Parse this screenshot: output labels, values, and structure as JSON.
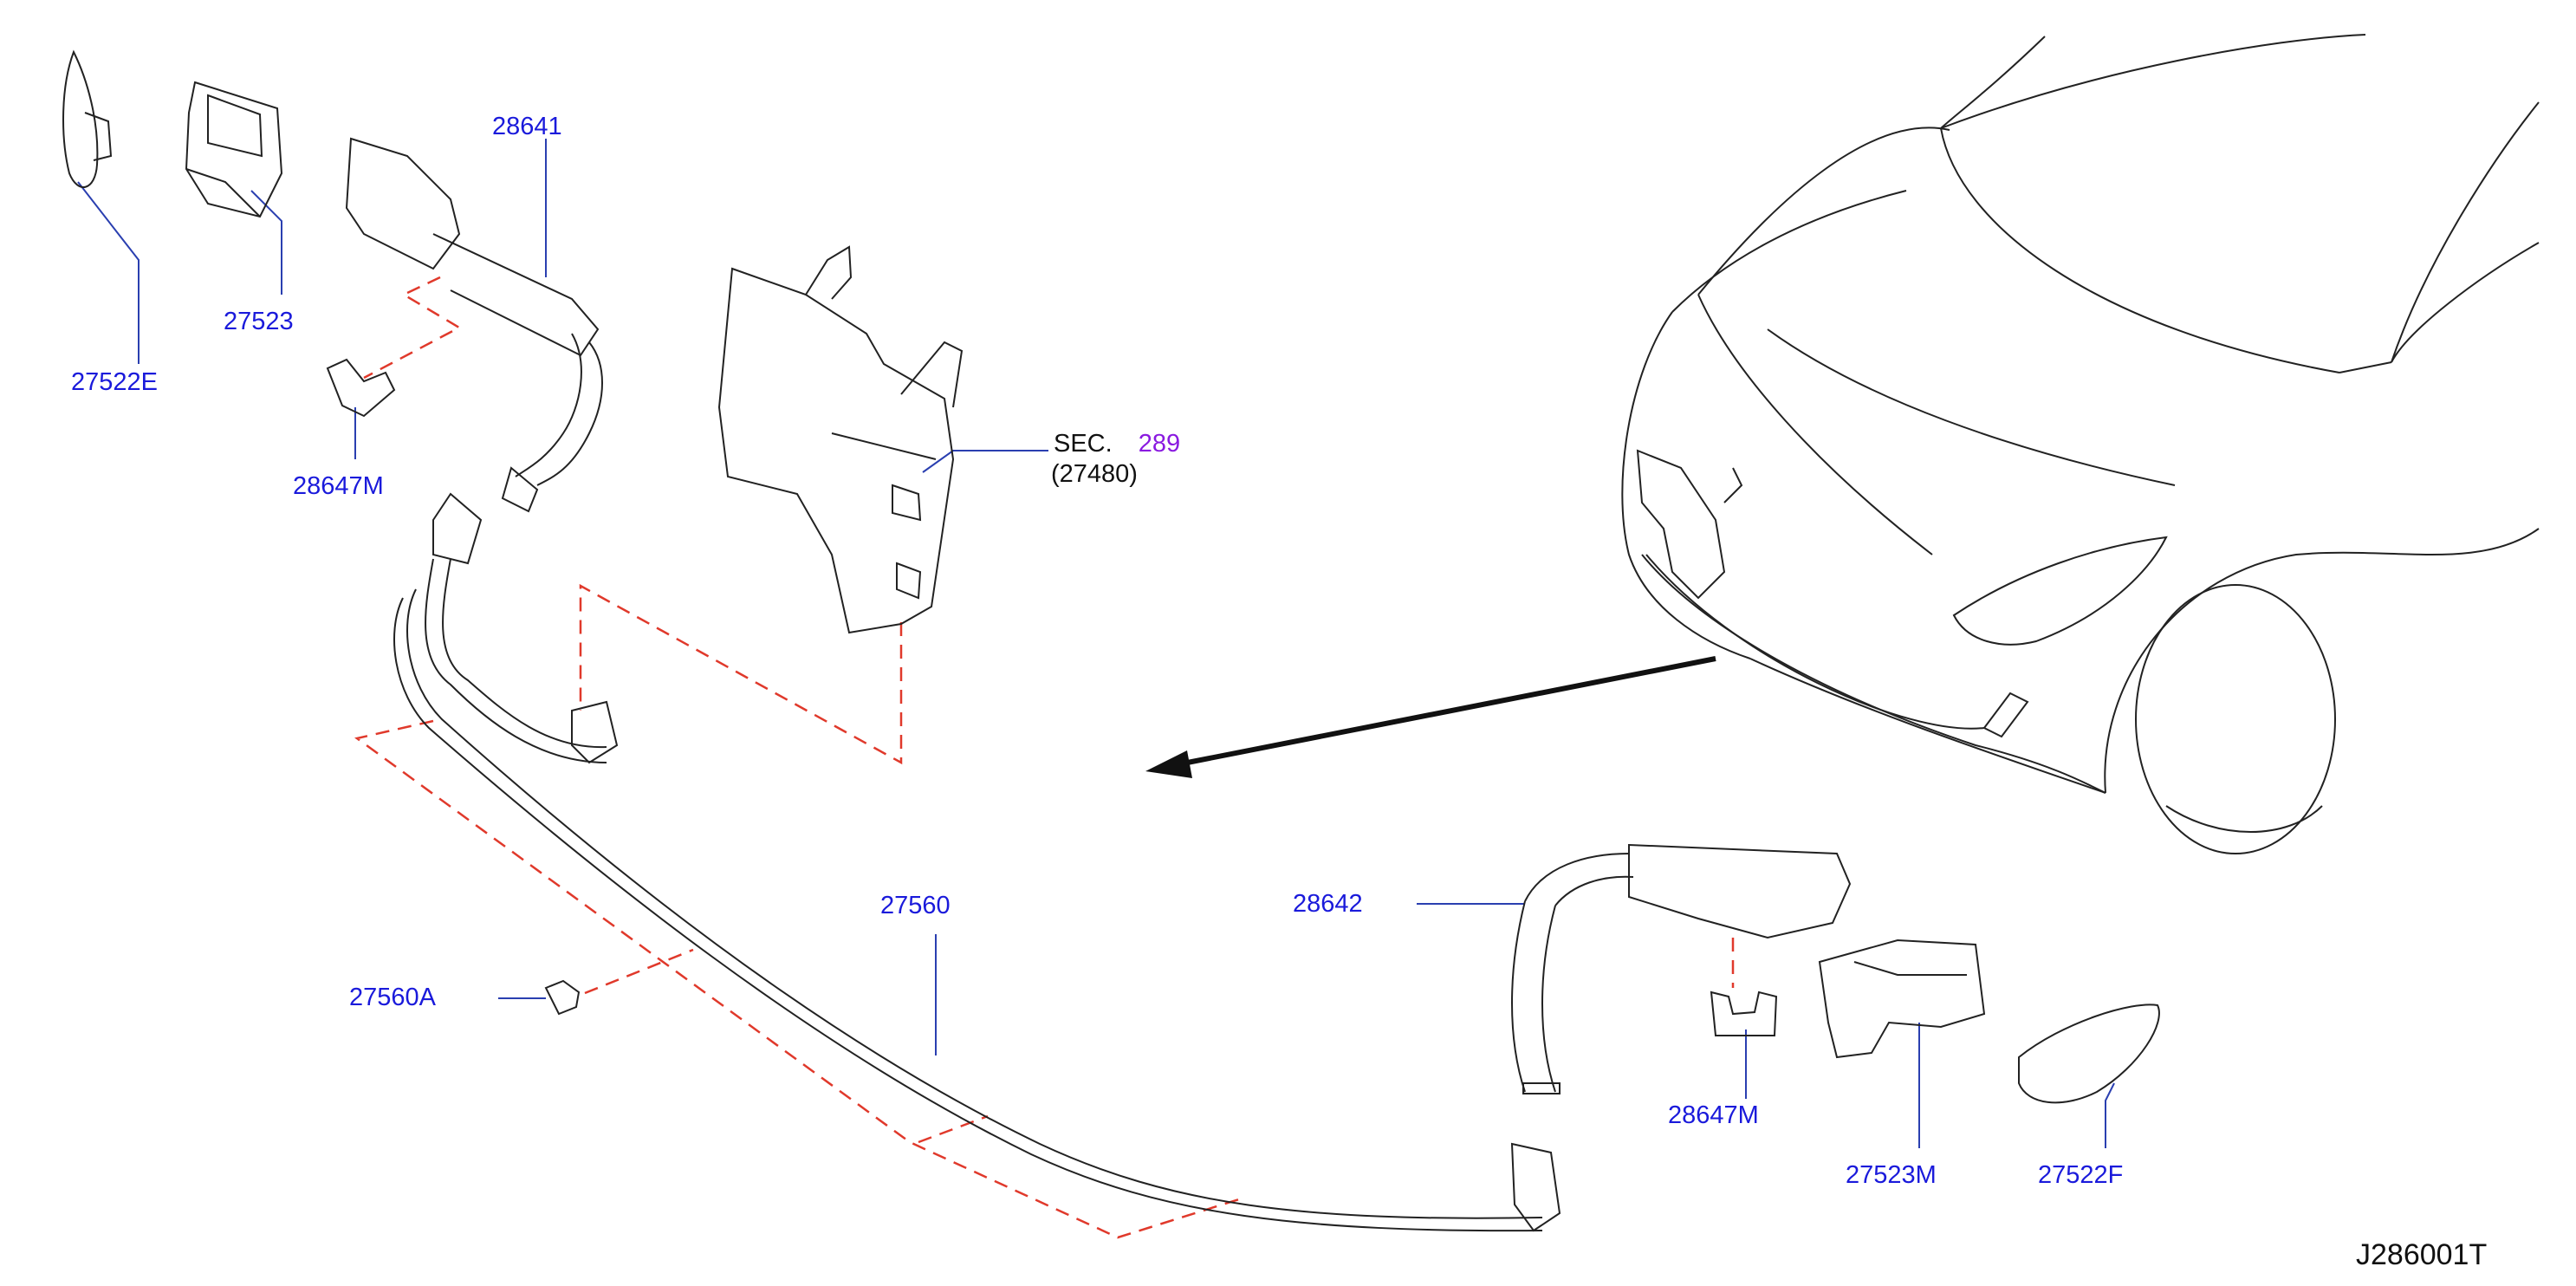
{
  "colors": {
    "part_label": "#1a1adb",
    "section_ref": "#8a1ae0",
    "leader_line": "#2a3fb0",
    "dashed_guide": "#e0392b",
    "outline": "#222222"
  },
  "labels": {
    "p28641": "28641",
    "p27523": "27523",
    "p27522E": "27522E",
    "p28647M_top": "28647M",
    "p27560": "27560",
    "p27560A": "27560A",
    "p28642": "28642",
    "p28647M_bottom": "28647M",
    "p27523M": "27523M",
    "p27522F": "27522F"
  },
  "section": {
    "prefix": "SEC.",
    "number": "289",
    "part_ref": "(27480)"
  },
  "drawing_code": "J286001T"
}
